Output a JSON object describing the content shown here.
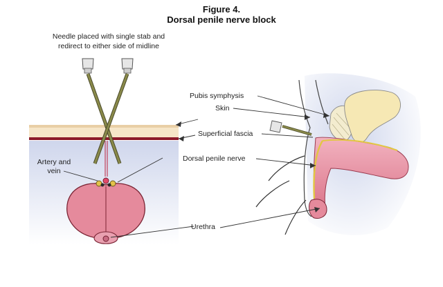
{
  "figure": {
    "title": "Figure 4.",
    "subtitle": "Dorsal penile nerve block"
  },
  "labels": {
    "needle_line1": "Needle placed with single stab and",
    "needle_line2": "redirect to either side of midline",
    "artery_line1": "Artery and",
    "artery_line2": "vein",
    "pubis": "Pubis symphysis",
    "skin": "Skin",
    "superficial_fascia": "Superficial fascia",
    "dorsal_nerve": "Dorsal penile nerve",
    "urethra": "Urethra"
  },
  "colors": {
    "tissue_pink": "#e17f93",
    "fascia_tan": "#f3e2c2",
    "fascia_red": "#8c1a2a",
    "blue_wash": "#dfe4f2",
    "needle": "#7a7a3a",
    "bone": "#f6e9b8",
    "nerve": "#e0c640"
  }
}
